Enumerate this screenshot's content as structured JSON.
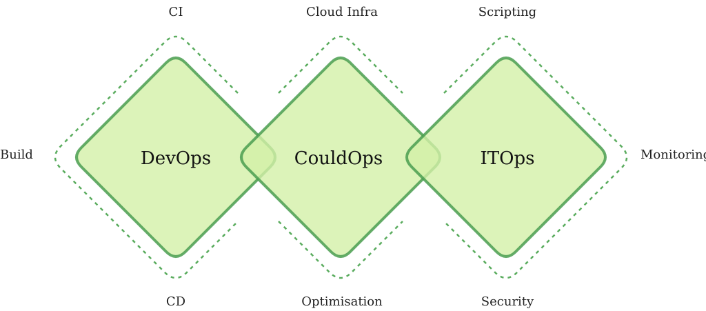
{
  "colors": {
    "stroke": "#4a9e50",
    "fill": "#d3f0a8",
    "dash": "#5aac5e"
  },
  "domains": [
    {
      "name": "DevOps",
      "top": "CI",
      "bottom": "CD",
      "side": "Build"
    },
    {
      "name": "CouldOps",
      "top": "Cloud Infra",
      "bottom": "Optimisation"
    },
    {
      "name": "ITOps",
      "top": "Scripting",
      "bottom": "Security",
      "side": "Monitoring"
    }
  ]
}
